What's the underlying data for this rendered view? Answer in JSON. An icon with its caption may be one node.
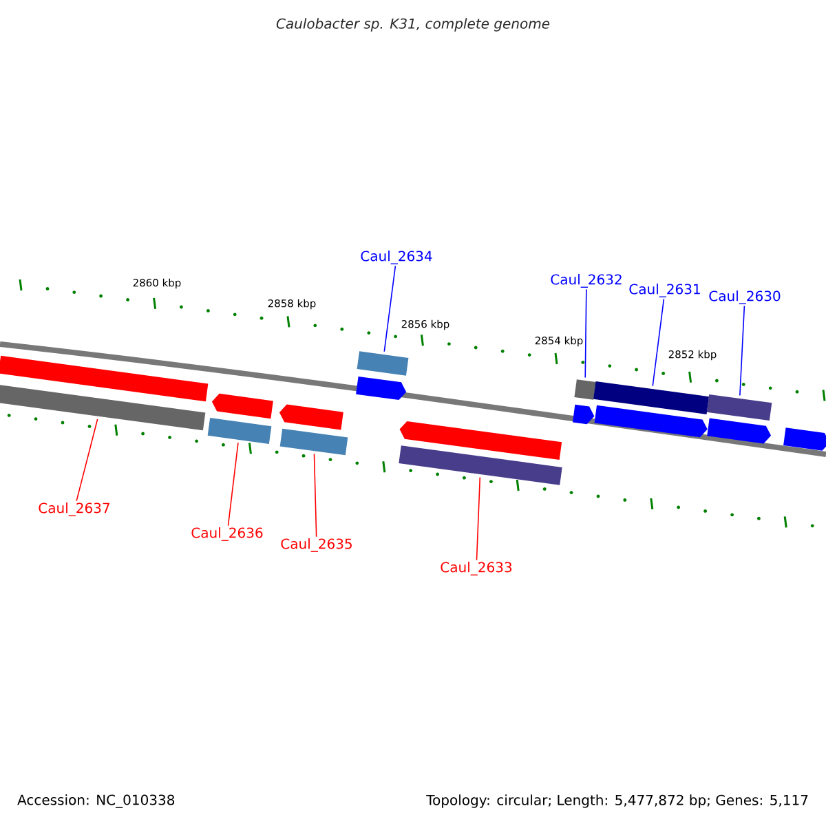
{
  "diagram": {
    "title": "Caulobacter sp. K31, complete genome",
    "nodes": [
      {
        "text": [
          "Caul_2634"
        ]
      },
      {
        "text": [
          "Caul_2632"
        ]
      },
      {
        "text": [
          "Caul_2631"
        ]
      },
      {
        "text": [
          "Caul_2630"
        ]
      },
      {
        "text": [
          "Caul_2637"
        ]
      },
      {
        "text": [
          "Caul_2636"
        ]
      },
      {
        "text": [
          "Caul_2635"
        ]
      },
      {
        "text": [
          "Caul_2633"
        ]
      },
      {
        "text": [],
        "shape": "bar"
      },
      {
        "text": [],
        "shape": "bar"
      },
      {
        "text": [],
        "shape": "bar"
      },
      {
        "text": [],
        "shape": "bar"
      },
      {
        "text": [],
        "shape": "bar"
      },
      {
        "text": [],
        "shape": "bar"
      },
      {
        "text": [],
        "shape": "bar"
      },
      {
        "text": [],
        "shape": "bar"
      },
      {
        "text": [],
        "shape": "bar"
      },
      {
        "text": [],
        "shape": "arrow"
      },
      {
        "text": [],
        "shape": "arrow"
      },
      {
        "text": [],
        "shape": "arrow"
      },
      {
        "text": [],
        "shape": "arrow"
      },
      {
        "text": [],
        "shape": "arrow"
      },
      {
        "text": [],
        "shape": "arrow"
      },
      {
        "text": [],
        "shape": "arrow"
      },
      {
        "text": [],
        "shape": "arrow"
      }
    ],
    "edges": [
      {
        "from": 0,
        "to": 8,
        "arrow": "none",
        "color": "#0000ff"
      },
      {
        "from": 1,
        "to": 9,
        "arrow": "none",
        "color": "#0000ff"
      },
      {
        "from": 2,
        "to": 10,
        "arrow": "none",
        "color": "#0000ff"
      },
      {
        "from": 3,
        "to": 11,
        "arrow": "none",
        "color": "#0000ff"
      },
      {
        "from": 4,
        "to": 12,
        "arrow": "none",
        "color": "#ff0000"
      },
      {
        "from": 5,
        "to": 13,
        "arrow": "none",
        "color": "#ff0000"
      },
      {
        "from": 6,
        "to": 14,
        "arrow": "none",
        "color": "#ff0000"
      },
      {
        "from": 7,
        "to": 15,
        "arrow": "none",
        "color": "#ff0000"
      }
    ],
    "labels": [
      "2860 kbp",
      "2858 kbp",
      "2856 kbp",
      "2854 kbp",
      "2852 kbp",
      "Accession: NC_010338",
      "Topology: circular; Length: 5,477,872 bp; Genes: 5,117"
    ]
  }
}
